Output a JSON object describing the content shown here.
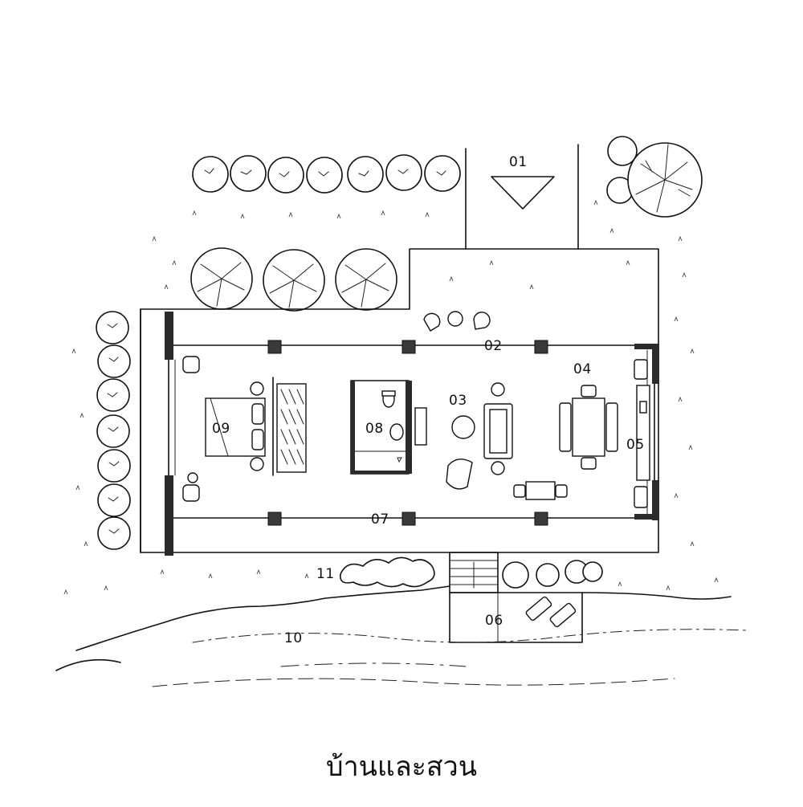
{
  "plan": {
    "labels": {
      "l01": "01",
      "l02": "02",
      "l03": "03",
      "l04": "04",
      "l05": "05",
      "l06": "06",
      "l07": "07",
      "l08": "08",
      "l09": "09",
      "l10": "10",
      "l11": "11"
    },
    "brand": "บ้านและสวน"
  }
}
